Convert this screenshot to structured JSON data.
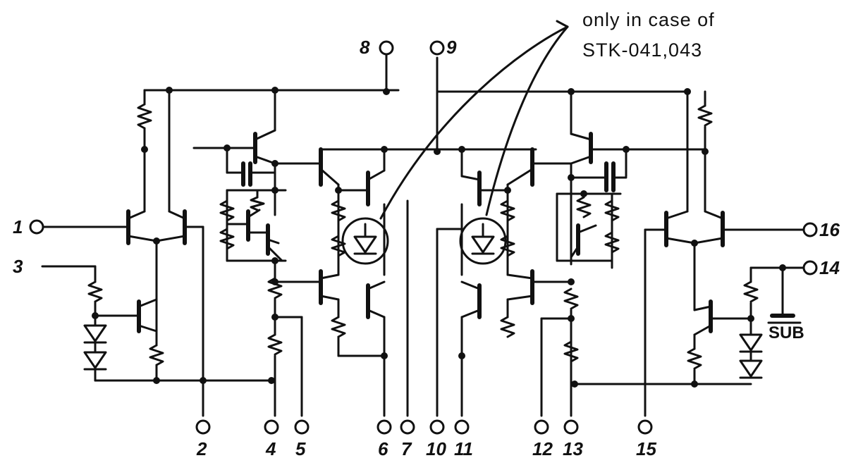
{
  "note": {
    "line1": "only in case of",
    "line2": "STK-041,043"
  },
  "sub_label": "SUB",
  "pins": [
    {
      "id": "p1",
      "label": "1"
    },
    {
      "id": "p2",
      "label": "2"
    },
    {
      "id": "p3",
      "label": "3"
    },
    {
      "id": "p4",
      "label": "4"
    },
    {
      "id": "p5",
      "label": "5"
    },
    {
      "id": "p6",
      "label": "6"
    },
    {
      "id": "p7",
      "label": "7"
    },
    {
      "id": "p8",
      "label": "8"
    },
    {
      "id": "p9",
      "label": "9"
    },
    {
      "id": "p10",
      "label": "10"
    },
    {
      "id": "p11",
      "label": "11"
    },
    {
      "id": "p12",
      "label": "12"
    },
    {
      "id": "p13",
      "label": "13"
    },
    {
      "id": "p14",
      "label": "14"
    },
    {
      "id": "p15",
      "label": "15"
    },
    {
      "id": "p16",
      "label": "16"
    }
  ]
}
